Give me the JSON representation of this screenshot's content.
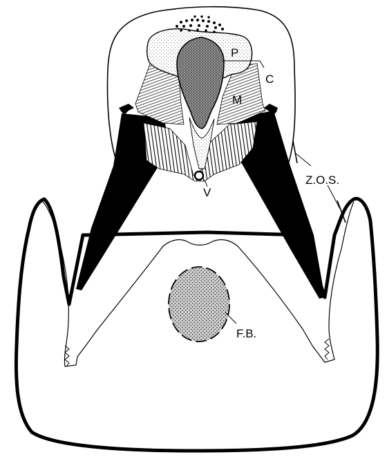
{
  "labels": {
    "p": "P",
    "c": "C",
    "m": "M",
    "v": "V",
    "zos": "Z.O.S.",
    "fb": "F.B."
  },
  "colors": {
    "ink": "#000000",
    "paper": "#ffffff",
    "stipple_light": "#d4d4d4",
    "stipple_dark": "#6e6e6e",
    "hatch_mid": "#9a9a9a"
  }
}
